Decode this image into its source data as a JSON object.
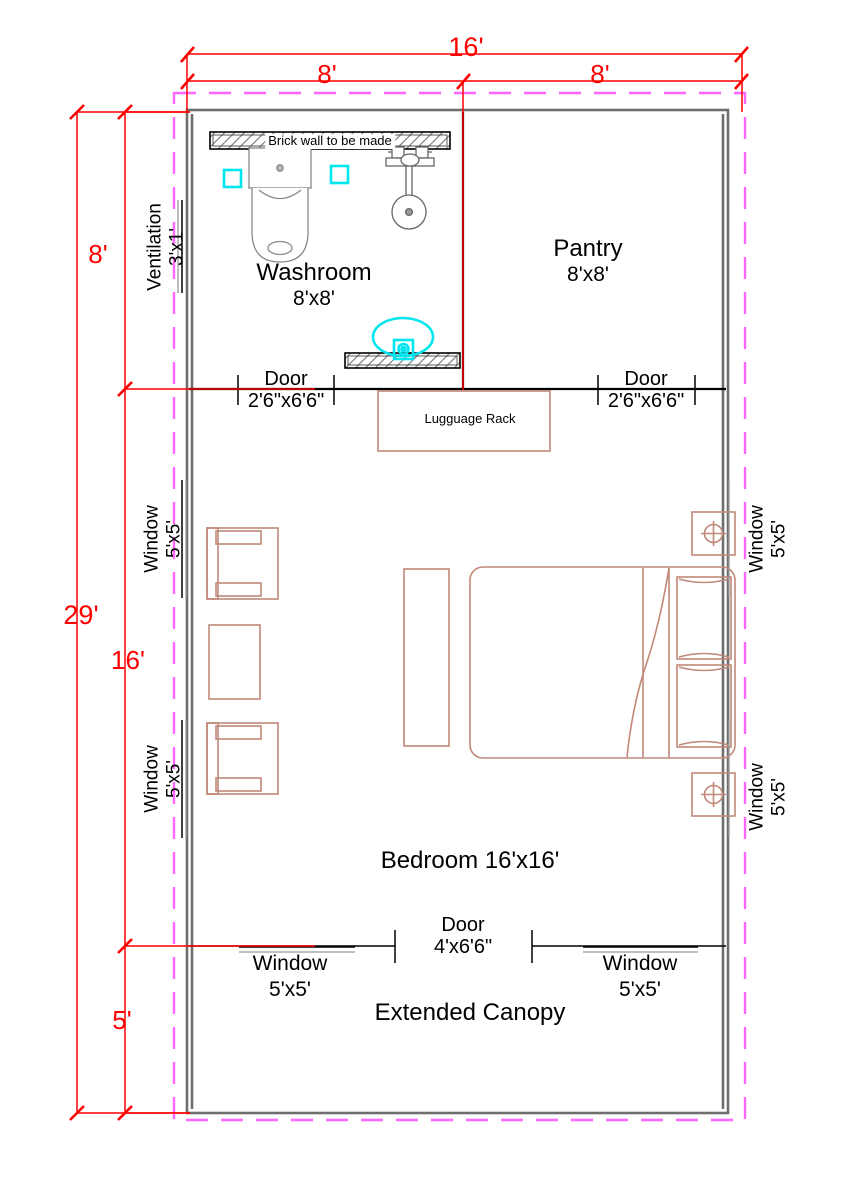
{
  "drawing": {
    "type": "architectural-floor-plan",
    "title_visible": false,
    "colors": {
      "wall": "#6e6e6e",
      "partition": "#000000",
      "dimension": "#ff0000",
      "canopy_boundary": "#ff66ff",
      "furniture": "#c08878",
      "fixture_cyan": "#00e5ee",
      "text": "#000000"
    }
  },
  "dimensions": {
    "top_overall": "16'",
    "top_left_segment": "8'",
    "top_right_segment": "8'",
    "left_overall": "29'",
    "left_top_segment": "8'",
    "left_middle_segment": "16'",
    "left_bottom_segment": "5'"
  },
  "rooms": [
    {
      "id": "washroom",
      "name": "Washroom",
      "size": "8'x8'"
    },
    {
      "id": "pantry",
      "name": "Pantry",
      "size": "8'x8'"
    },
    {
      "id": "bedroom",
      "name": "Bedroom 16'x16'"
    },
    {
      "id": "canopy",
      "name": "Extended Canopy"
    }
  ],
  "labels": {
    "brick_wall": "Brick wall to be made",
    "luggage_rack": "Lugguage Rack",
    "washroom_name": "Washroom",
    "washroom_size": "8'x8'",
    "pantry_name": "Pantry",
    "pantry_size": "8'x8'",
    "bedroom": "Bedroom 16'x16'",
    "canopy": "Extended Canopy"
  },
  "openings": {
    "ventilation": {
      "name": "Ventilation",
      "size": "3'x1'",
      "orientation": "vertical",
      "side": "left"
    },
    "door_washroom": {
      "name": "Door",
      "size": "2'6\"x6'6\"",
      "side": "bottom-of-washroom"
    },
    "door_pantry": {
      "name": "Door",
      "size": "2'6\"x6'6\"",
      "side": "bottom-of-pantry"
    },
    "door_main": {
      "name": "Door",
      "size": "4'x6'6\"",
      "side": "bottom"
    },
    "window_left_upper": {
      "name": "Window",
      "size": "5'x5'",
      "orientation": "vertical",
      "side": "left"
    },
    "window_left_lower": {
      "name": "Window",
      "size": "5'x5'",
      "orientation": "vertical",
      "side": "left"
    },
    "window_right_upper": {
      "name": "Window",
      "size": "5'x5'",
      "orientation": "vertical",
      "side": "right"
    },
    "window_right_lower": {
      "name": "Window",
      "size": "5'x5'",
      "orientation": "vertical",
      "side": "right"
    },
    "window_bottom_left": {
      "name": "Window",
      "size": "5'x5'",
      "side": "bottom"
    },
    "window_bottom_right": {
      "name": "Window",
      "size": "5'x5'",
      "side": "bottom"
    }
  },
  "furniture": [
    {
      "id": "bed",
      "name": "double-bed"
    },
    {
      "id": "nightstand-top",
      "name": "nightstand"
    },
    {
      "id": "nightstand-bottom",
      "name": "nightstand"
    },
    {
      "id": "wardrobe",
      "name": "wardrobe"
    },
    {
      "id": "armchair-top",
      "name": "armchair"
    },
    {
      "id": "armchair-bottom",
      "name": "armchair"
    },
    {
      "id": "side-table",
      "name": "side-table"
    },
    {
      "id": "luggage-rack",
      "name": "luggage-rack"
    }
  ],
  "fixtures": [
    {
      "id": "toilet",
      "name": "water-closet"
    },
    {
      "id": "shower",
      "name": "shower"
    },
    {
      "id": "washbasin",
      "name": "wash-basin"
    },
    {
      "id": "cyan-square-left",
      "name": "fixture-marker"
    },
    {
      "id": "cyan-square-right",
      "name": "fixture-marker"
    }
  ]
}
